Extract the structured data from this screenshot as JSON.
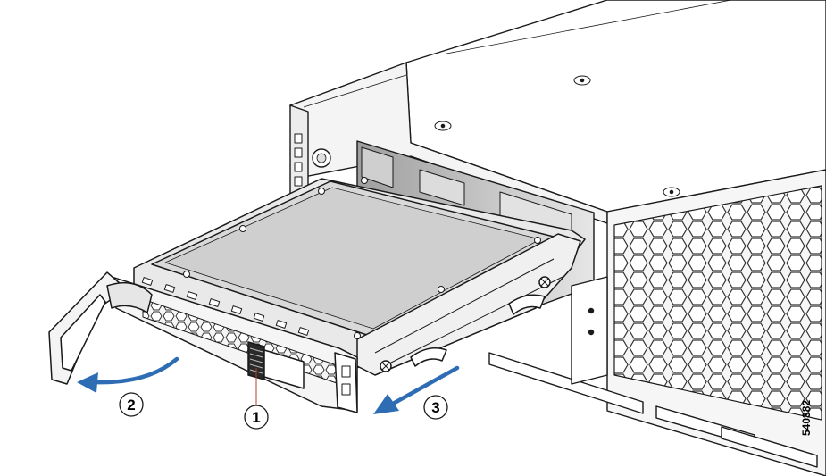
{
  "callouts": [
    {
      "number": "1"
    },
    {
      "number": "2"
    },
    {
      "number": "3"
    }
  ],
  "figure_id": "540382",
  "colors": {
    "arrow": "#2e6db4",
    "line": "#1a1a1a",
    "leader": "#c0392b",
    "fill_light": "#f2f2f2",
    "fill_mid": "#d6d6d6",
    "fill_dark": "#8c8c8c"
  }
}
